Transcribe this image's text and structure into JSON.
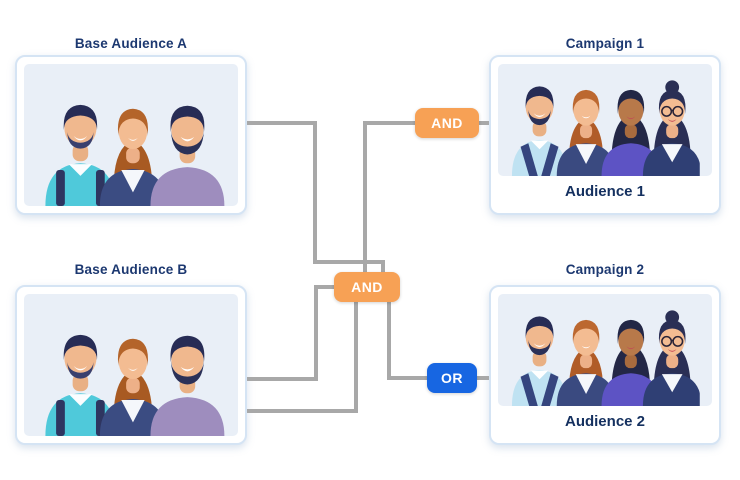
{
  "diagram": {
    "nodes": {
      "base_audience_a": {
        "title": "Base Audience A"
      },
      "base_audience_b": {
        "title": "Base Audience B"
      },
      "campaign_1": {
        "title": "Campaign 1",
        "label": "Audience 1"
      },
      "campaign_2": {
        "title": "Campaign 2",
        "label": "Audience 2"
      }
    },
    "operators": {
      "and_top": "AND",
      "and_middle": "AND",
      "or_bottom": "OR"
    },
    "colors": {
      "and_badge": "#F7A155",
      "or_badge": "#1766E2",
      "connector": "#A8A8A8",
      "title_text": "#1C3870",
      "card_border": "#D5E4F4",
      "image_background": "#E9EFF7",
      "audience_label_text": "#14305F"
    }
  }
}
